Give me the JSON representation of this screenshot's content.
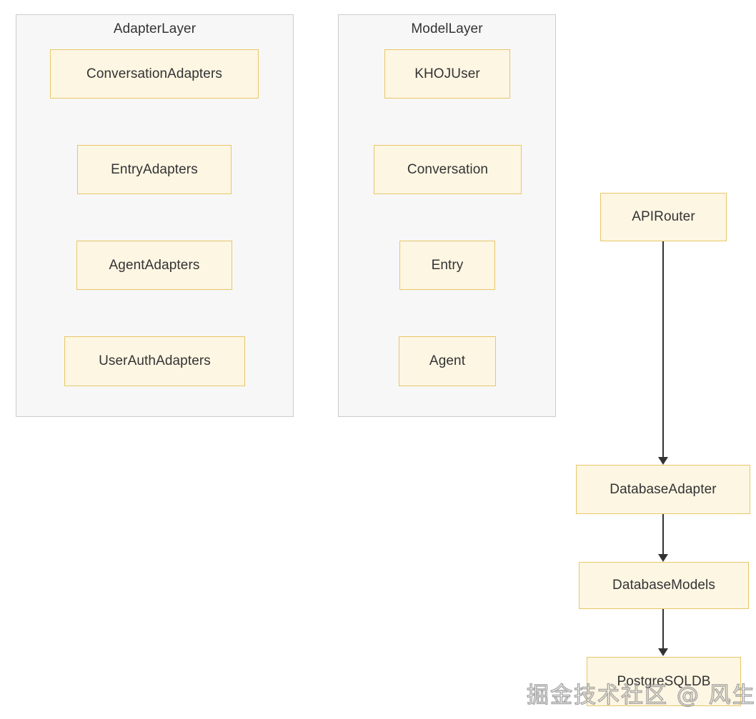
{
  "diagram": {
    "type": "flowchart",
    "background_color": "#ffffff",
    "node_fill_color": "#fdf6e3",
    "node_border_color": "#e8c767",
    "node_text_color": "#333333",
    "subgraph_fill_color": "#f7f7f7",
    "subgraph_border_color": "#cccccc",
    "edge_color": "#333333"
  },
  "subgraphs": [
    {
      "id": "adapter-layer",
      "title": "AdapterLayer",
      "nodes": [
        {
          "id": "conversation-adapters",
          "label": "ConversationAdapters"
        },
        {
          "id": "entry-adapters",
          "label": "EntryAdapters"
        },
        {
          "id": "agent-adapters",
          "label": "AgentAdapters"
        },
        {
          "id": "user-auth-adapters",
          "label": "UserAuthAdapters"
        }
      ]
    },
    {
      "id": "model-layer",
      "title": "ModelLayer",
      "nodes": [
        {
          "id": "khoj-user",
          "label": "KHOJUser"
        },
        {
          "id": "conversation",
          "label": "Conversation"
        },
        {
          "id": "entry",
          "label": "Entry"
        },
        {
          "id": "agent",
          "label": "Agent"
        }
      ]
    }
  ],
  "flow": {
    "nodes": [
      {
        "id": "api-router",
        "label": "APIRouter"
      },
      {
        "id": "database-adapter",
        "label": "DatabaseAdapter"
      },
      {
        "id": "database-models",
        "label": "DatabaseModels"
      },
      {
        "id": "postgresql-db",
        "label": "PostgreSQLDB"
      }
    ],
    "edges": [
      {
        "from": "api-router",
        "to": "database-adapter"
      },
      {
        "from": "database-adapter",
        "to": "database-models"
      },
      {
        "from": "database-models",
        "to": "postgresql-db"
      }
    ]
  },
  "watermark": {
    "text": "掘金技术社区 @ 风生水气"
  }
}
